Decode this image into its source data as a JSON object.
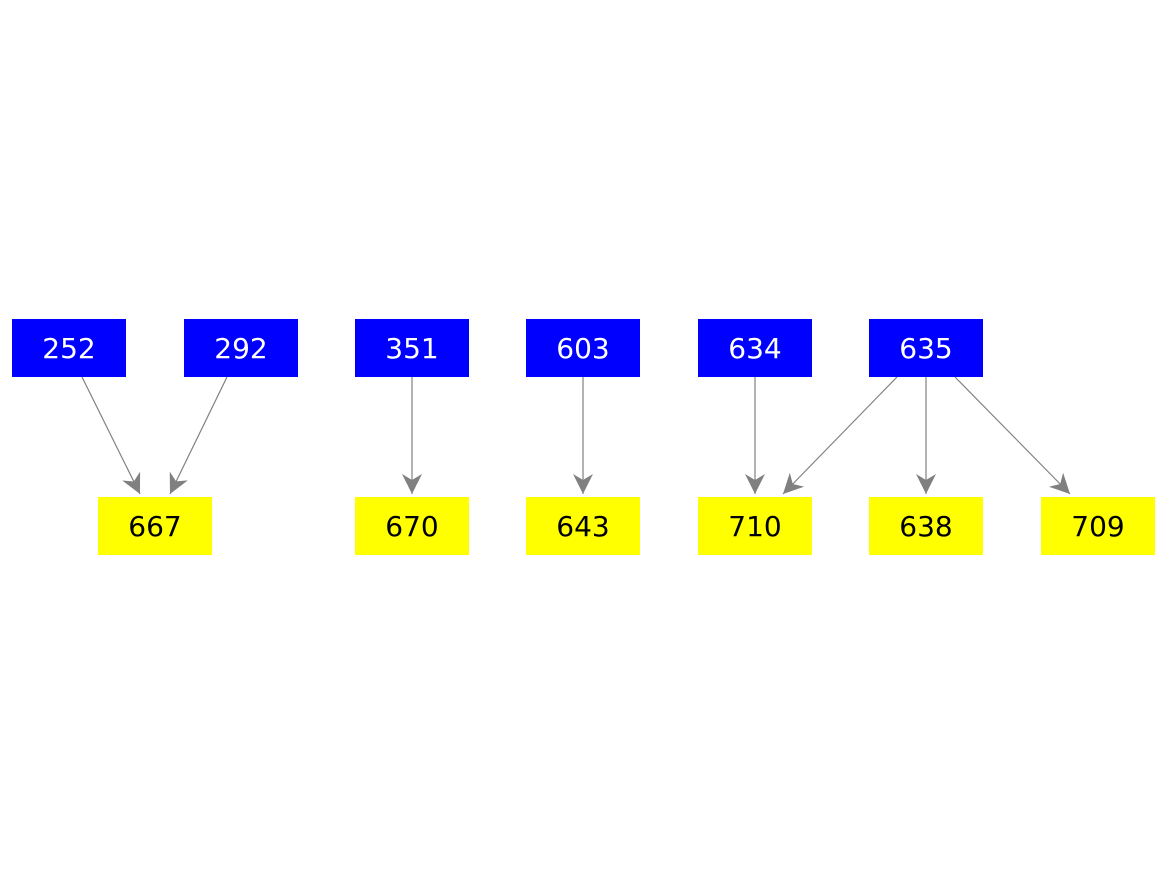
{
  "colors": {
    "background": "#ffffff",
    "source_fill": "#0000ff",
    "source_text": "#ffffff",
    "target_fill": "#ffff00",
    "target_text": "#000000",
    "edge": "#808080"
  },
  "source_nodes": [
    {
      "id": "s252",
      "label": "252"
    },
    {
      "id": "s292",
      "label": "292"
    },
    {
      "id": "s351",
      "label": "351"
    },
    {
      "id": "s603",
      "label": "603"
    },
    {
      "id": "s634",
      "label": "634"
    },
    {
      "id": "s635",
      "label": "635"
    }
  ],
  "target_nodes": [
    {
      "id": "t667",
      "label": "667"
    },
    {
      "id": "t670",
      "label": "670"
    },
    {
      "id": "t643",
      "label": "643"
    },
    {
      "id": "t710",
      "label": "710"
    },
    {
      "id": "t638",
      "label": "638"
    },
    {
      "id": "t709",
      "label": "709"
    }
  ],
  "edges": [
    {
      "from": "s252",
      "to": "t667"
    },
    {
      "from": "s292",
      "to": "t667"
    },
    {
      "from": "s351",
      "to": "t670"
    },
    {
      "from": "s603",
      "to": "t643"
    },
    {
      "from": "s634",
      "to": "t710"
    },
    {
      "from": "s635",
      "to": "t710"
    },
    {
      "from": "s635",
      "to": "t638"
    },
    {
      "from": "s635",
      "to": "t709"
    }
  ]
}
